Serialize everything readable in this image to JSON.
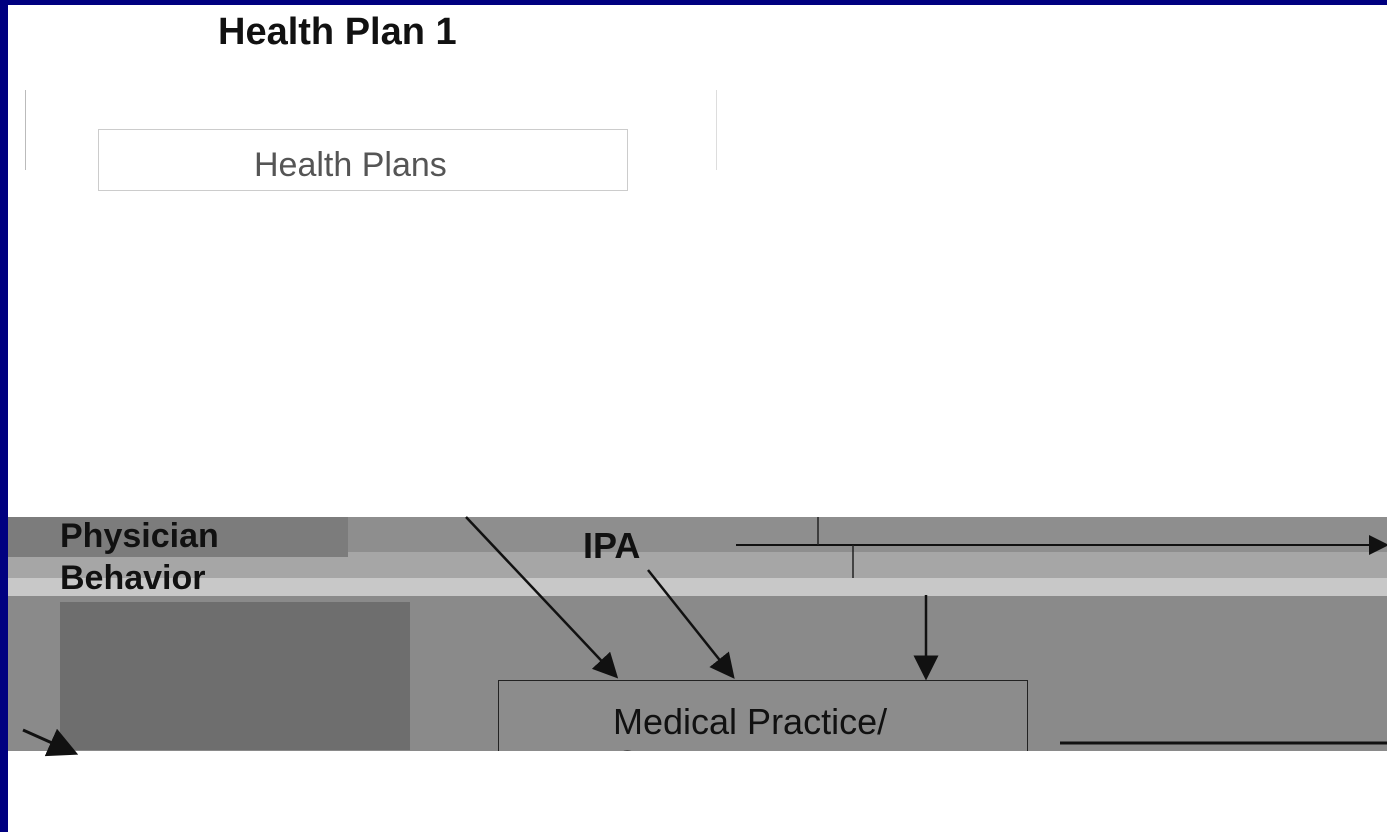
{
  "diagram": {
    "top_label": "Health Plan 1",
    "plans_box_label": "Health Plans",
    "physician_behavior_label": "Physician Behavior",
    "ipa_label": "IPA",
    "medical_practice_label": "Medical Practice/ Group",
    "colors": {
      "frame": "#000080",
      "slide_background": "#ffffff",
      "diagram_gray": "#8a8a8a",
      "stroke": "#111111"
    }
  }
}
